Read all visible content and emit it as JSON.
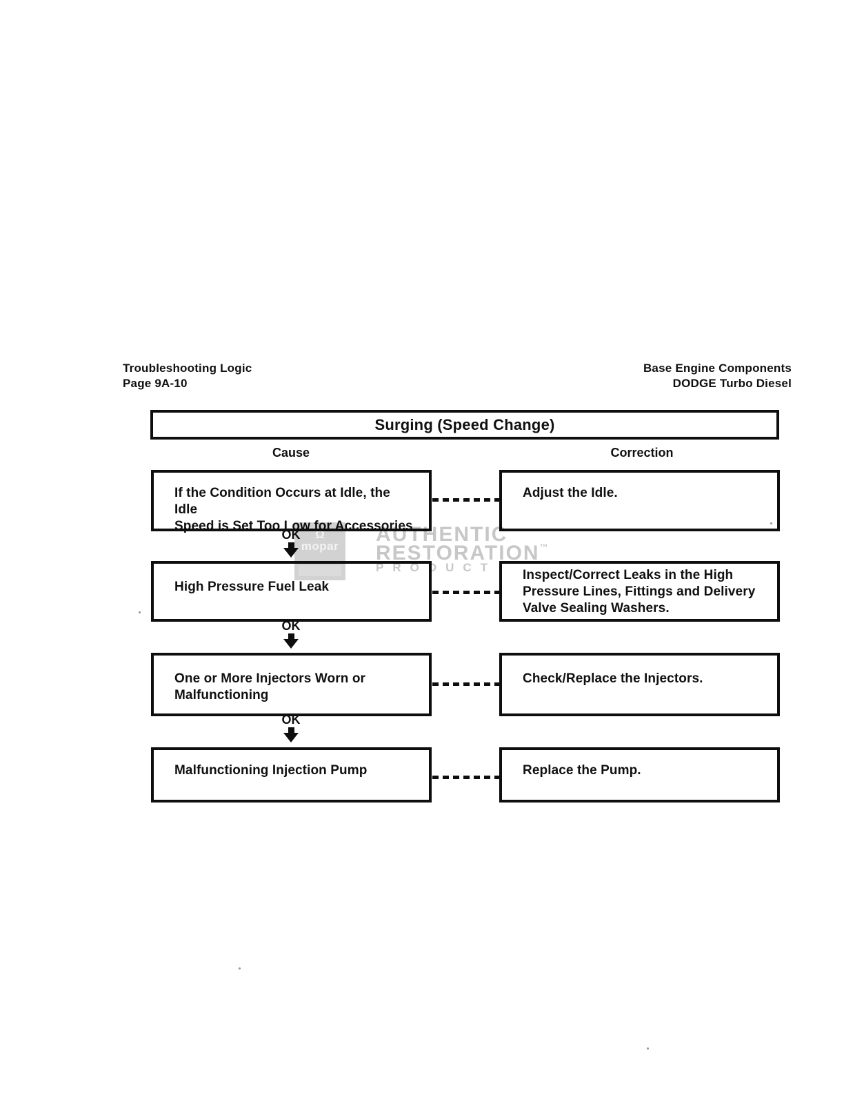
{
  "header_left": {
    "line1": "Troubleshooting Logic",
    "line2": "Page 9A-10"
  },
  "header_right": {
    "line1": "Base Engine Components",
    "line2": "DODGE Turbo Diesel"
  },
  "title": "Surging (Speed Change)",
  "columns": {
    "cause": "Cause",
    "correction": "Correction"
  },
  "ok_label": "OK",
  "rows": [
    {
      "cause": "If the Condition Occurs at Idle, the Idle\nSpeed is Set Too Low for Accessories",
      "correction": "Adjust the Idle."
    },
    {
      "cause": "High Pressure Fuel Leak",
      "correction": "Inspect/Correct Leaks in the High\nPressure Lines, Fittings and Delivery\nValve Sealing Washers."
    },
    {
      "cause": "One or More Injectors Worn or\nMalfunctioning",
      "correction": "Check/Replace the Injectors."
    },
    {
      "cause": "Malfunctioning Injection Pump",
      "correction": "Replace the Pump."
    }
  ],
  "watermark": {
    "logo_symbol": "Ω",
    "logo_text": "mopar",
    "line1": "AUTHENTIC",
    "line2": "RESTORATION",
    "trademark": "™",
    "line3": "PRODUCT"
  },
  "colors": {
    "ink": "#0e0e0e",
    "watermark_gray": "#c7c7c7"
  }
}
